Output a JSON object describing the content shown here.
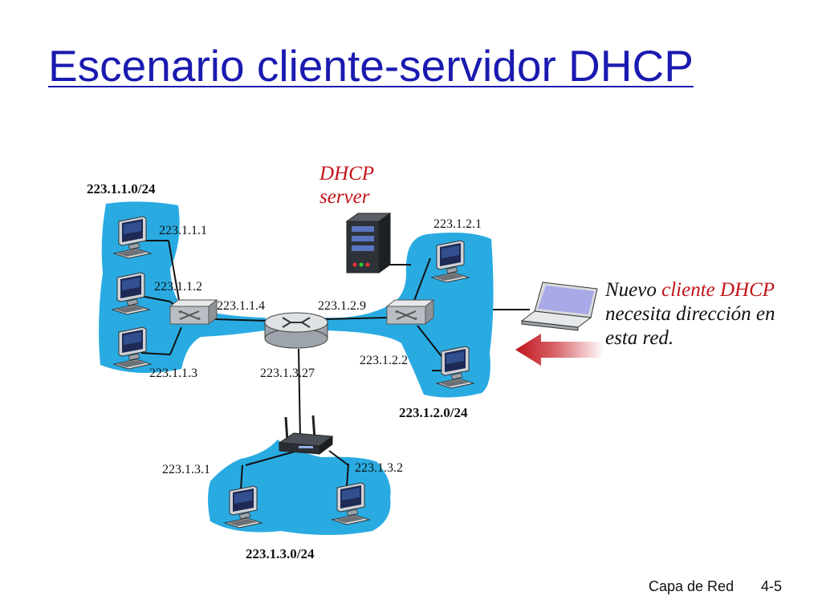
{
  "slide": {
    "title": "Escenario cliente-servidor DHCP",
    "footer_left": "Capa de Red",
    "footer_right": "4-5"
  },
  "diagram": {
    "subnets": {
      "net1": "223.1.1.0/24",
      "net2": "223.1.2.0/24",
      "net3": "223.1.3.0/24"
    },
    "server_label": {
      "line1": "DHCP",
      "line2": "server"
    },
    "hosts": {
      "h111": "223.1.1.1",
      "h112": "223.1.1.2",
      "h113": "223.1.1.3",
      "h114": "223.1.1.4",
      "h121": "223.1.2.1",
      "h122": "223.1.2.2",
      "h129": "223.1.2.9",
      "h1327": "223.1.3.27",
      "h131": "223.1.3.1",
      "h132": "223.1.3.2"
    },
    "new_client": {
      "line1_a": "Nuevo ",
      "line1_b": "cliente DHCP",
      "line2": "necesita dirección en",
      "line3": "esta red."
    },
    "colors": {
      "subnet_fill": "#29abe2",
      "title": "#1a1ab0",
      "accent_red": "#c0141a"
    }
  }
}
